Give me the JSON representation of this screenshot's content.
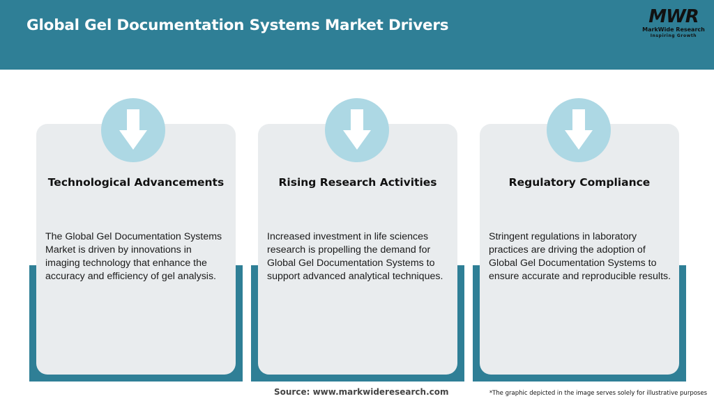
{
  "header": {
    "title": "Global Gel Documentation Systems Market Drivers",
    "logo_mark": "MWR",
    "logo_name": "MarkWide Research",
    "logo_tagline": "Inspiring Growth"
  },
  "cards": [
    {
      "icon": "arrow-down-icon",
      "heading": "Technological Advancements",
      "text": "The Global Gel Documentation Systems Market is driven by innovations in imaging technology that enhance the accuracy and efficiency of gel analysis."
    },
    {
      "icon": "arrow-down-icon",
      "heading": "Rising Research Activities",
      "text": "Increased investment in life sciences research is propelling the demand for Global Gel Documentation Systems to support advanced analytical techniques."
    },
    {
      "icon": "arrow-down-icon",
      "heading": "Regulatory Compliance",
      "text": "Stringent regulations in laboratory practices are driving the adoption of Global Gel Documentation Systems to ensure accurate and reproducible results."
    }
  ],
  "footer": {
    "source": "Source: www.markwideresearch.com",
    "disclaimer": "*The graphic depicted in the image serves solely for illustrative purposes"
  },
  "colors": {
    "header_bg": "#2f7f96",
    "card_bg": "#e9ecee",
    "icon_circle": "#add8e4"
  }
}
